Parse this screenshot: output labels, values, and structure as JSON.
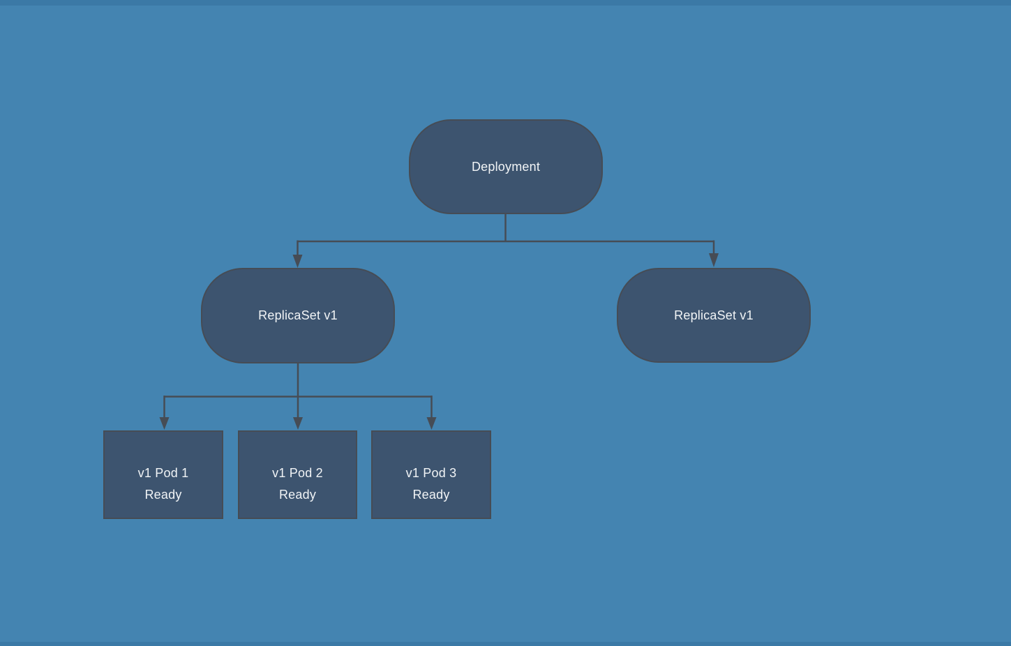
{
  "canvas": {
    "background_color": "#4484b1",
    "edge_strip_color": "#3b79a6",
    "node_fill_color": "#3d546f",
    "node_border_color": "#464c55",
    "connector_color": "#464c55",
    "text_color": "#f1f4f6"
  },
  "nodes": {
    "deployment": {
      "label": "Deployment"
    },
    "replicaset_left": {
      "label": "ReplicaSet v1"
    },
    "replicaset_right": {
      "label": "ReplicaSet v1"
    },
    "pod_1": {
      "name": "v1 Pod 1",
      "status": "Ready"
    },
    "pod_2": {
      "name": "v1 Pod 2",
      "status": "Ready"
    },
    "pod_3": {
      "name": "v1 Pod 3",
      "status": "Ready"
    }
  }
}
